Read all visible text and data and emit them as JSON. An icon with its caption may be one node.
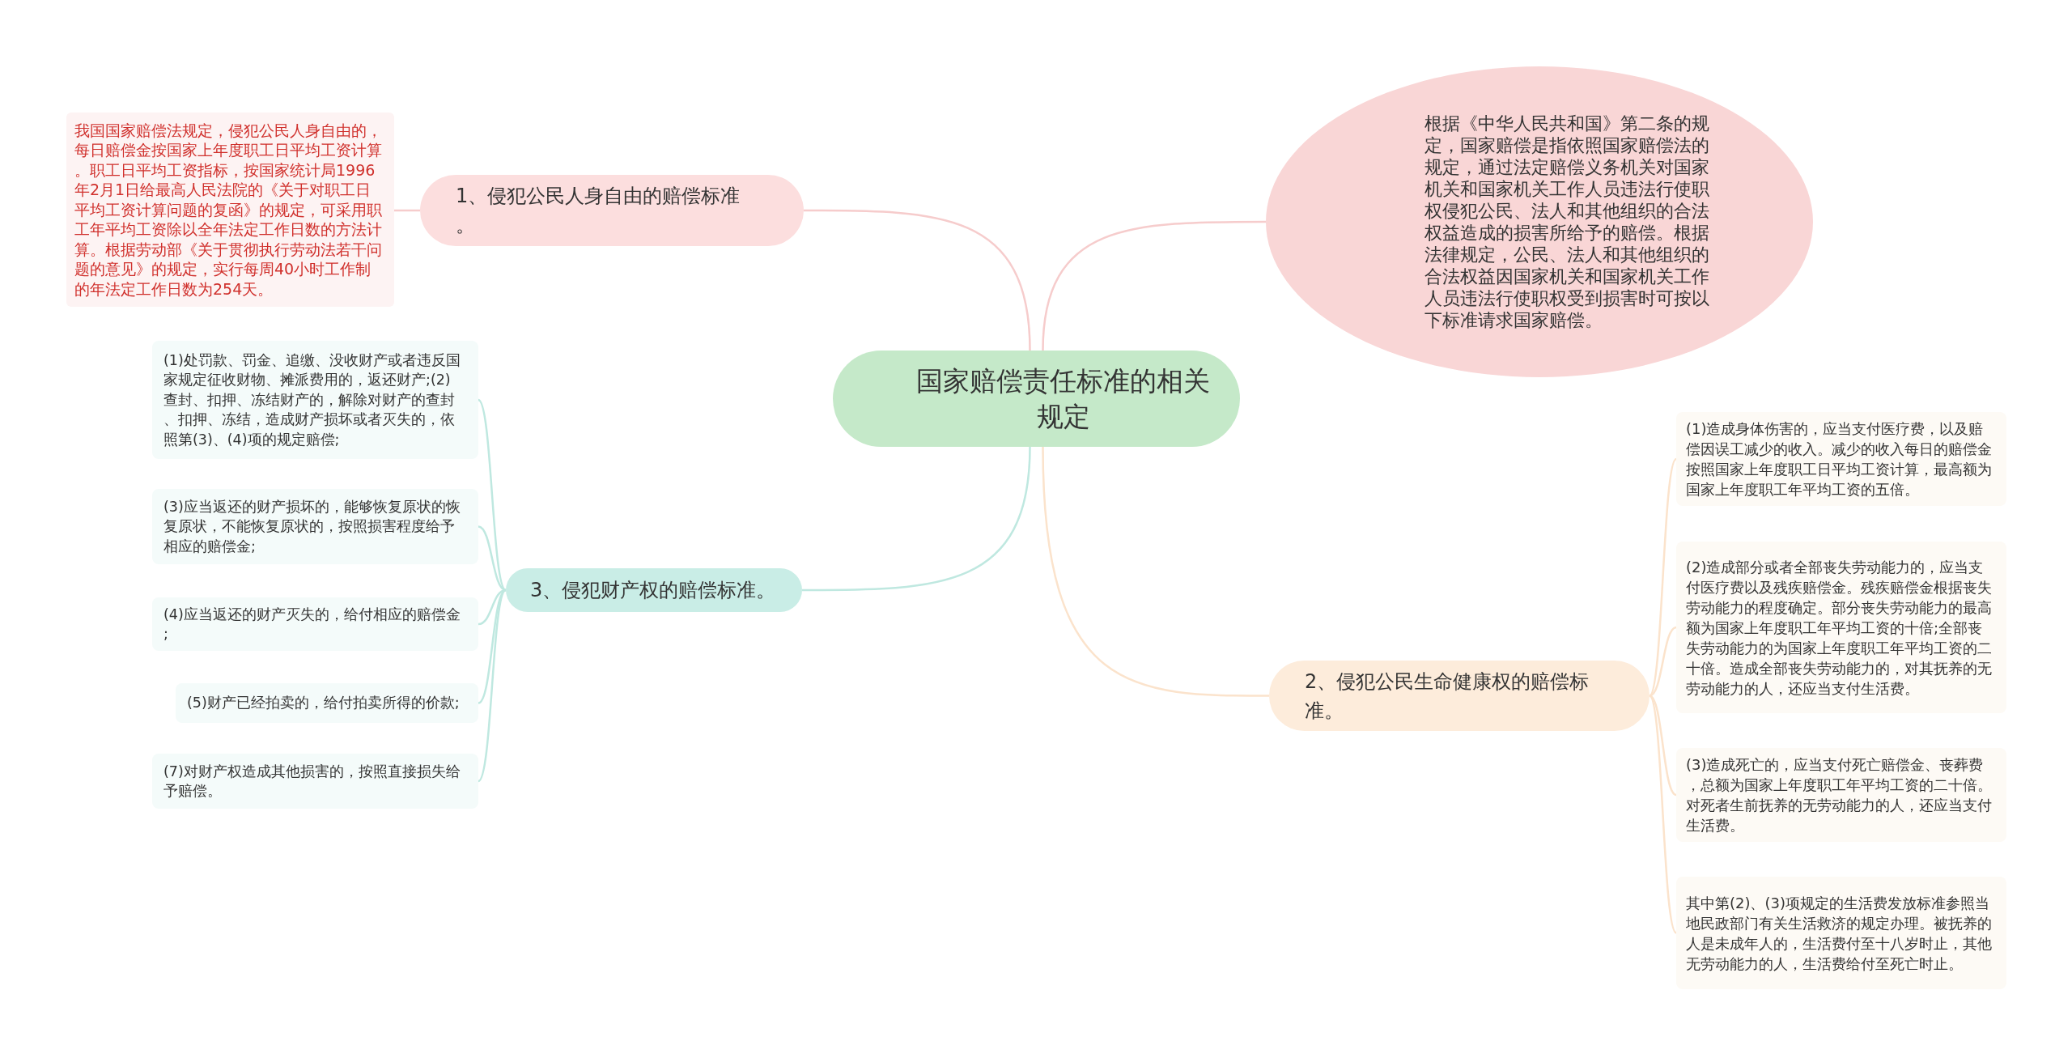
{
  "diagram": {
    "nodes": [
      {
        "text": [
          "国家赔偿责任标准的相关规定"
        ]
      },
      {
        "text": [
          "1、侵犯公民人身自由的赔偿标准。"
        ]
      },
      {
        "text": [
          "我国国家赔偿法规定，侵犯公民人身自由的，每日赔偿金按国家上年度职工日平均工资计算。职工日平均工资指标，按国家统计局1996年2月1日给最高人民法院的《关于对职工日平均工资计算问题的复函》的规定，可采用职工年平均工资除以全年法定工作日数的方法计算。根据劳动部《关于贯彻执行劳动法若干问题的意见》的规定，实行每周40小时工作制的年法定工作日数为254天。"
        ]
      },
      {
        "text": [
          "3、侵犯财产权的赔偿标准。"
        ]
      },
      {
        "text": [
          "(1)处罚款、罚金、追缴、没收财产或者违反国家规定征收财物、摊派费用的，返还财产;(2)查封、扣押、冻结财产的，解除对财产的查封、扣押、冻结，造成财产损坏或者灭失的，依照第(3)、(4)项的规定赔偿;"
        ]
      },
      {
        "text": [
          "(3)应当返还的财产损坏的，能够恢复原状的恢复原状，不能恢复原状的，按照损害程度给予相应的赔偿金;"
        ]
      },
      {
        "text": [
          "(4)应当返还的财产灭失的，给付相应的赔偿金;"
        ]
      },
      {
        "text": [
          "(5)财产已经拍卖的，给付拍卖所得的价款;"
        ]
      },
      {
        "text": [
          "(7)对财产权造成其他损害的，按照直接损失给予赔偿。"
        ]
      },
      {
        "text": [
          "根据《中华人民共和国》第二条的规定，国家赔偿是指依照国家赔偿法的规定，通过法定赔偿义务机关对国家机关和国家机关工作人员违法行使职权侵犯公民、法人和其他组织的合法权益造成的损害所给予的赔偿。根据法律规定，公民、法人和其他组织的合法权益因国家机关和国家机关工作人员违法行使职权受到损害时可按以下标准请求国家赔偿。"
        ]
      },
      {
        "text": [
          "2、侵犯公民生命健康权的赔偿标准。"
        ]
      },
      {
        "text": [
          "(1)造成身体伤害的，应当支付医疗费，以及赔偿因误工减少的收入。减少的收入每日的赔偿金按照国家上年度职工日平均工资计算，最高额为国家上年度职工年平均工资的五倍。"
        ]
      },
      {
        "text": [
          "(2)造成部分或者全部丧失劳动能力的，应当支付医疗费以及残疾赔偿金。残疾赔偿金根据丧失劳动能力的程度确定。部分丧失劳动能力的最高额为国家上年度职工年平均工资的十倍;全部丧失劳动能力的为国家上年度职工年平均工资的二十倍。造成全部丧失劳动能力的，对其抚养的无劳动能力的人，还应当支付生活费。"
        ]
      },
      {
        "text": [
          "(3)造成死亡的，应当支付死亡赔偿金、丧葬费，总额为国家上年度职工年平均工资的二十倍。对死者生前抚养的无劳动能力的人，还应当支付生活费。"
        ]
      },
      {
        "text": [
          "其中第(2)、(3)项规定的生活费发放标准参照当地民政部门有关生活救济的规定办理。被抚养的人是未成年人的，生活费付至十八岁时止，其他无劳动能力的人，生活费给付至死亡时止。"
        ]
      }
    ],
    "edges": [
      {
        "from": 0,
        "to": 1,
        "arrow": "none",
        "color": "#f6cccc"
      },
      {
        "from": 1,
        "to": 2,
        "arrow": "none",
        "color": "#f6cccc"
      },
      {
        "from": 0,
        "to": 3,
        "arrow": "none",
        "color": "#bfe8e0"
      },
      {
        "from": 3,
        "to": 4,
        "arrow": "none",
        "color": "#bfe8e0"
      },
      {
        "from": 3,
        "to": 5,
        "arrow": "none",
        "color": "#bfe8e0"
      },
      {
        "from": 3,
        "to": 6,
        "arrow": "none",
        "color": "#bfe8e0"
      },
      {
        "from": 3,
        "to": 7,
        "arrow": "none",
        "color": "#bfe8e0"
      },
      {
        "from": 3,
        "to": 8,
        "arrow": "none",
        "color": "#bfe8e0"
      },
      {
        "from": 0,
        "to": 9,
        "arrow": "none",
        "color": "#f6cccc"
      },
      {
        "from": 0,
        "to": 10,
        "arrow": "none",
        "color": "#fbe3cc"
      },
      {
        "from": 10,
        "to": 11,
        "arrow": "none",
        "color": "#fbe3cc"
      },
      {
        "from": 10,
        "to": 12,
        "arrow": "none",
        "color": "#fbe3cc"
      },
      {
        "from": 10,
        "to": 13,
        "arrow": "none",
        "color": "#fbe3cc"
      },
      {
        "from": 10,
        "to": 14,
        "arrow": "none",
        "color": "#fbe3cc"
      }
    ]
  }
}
